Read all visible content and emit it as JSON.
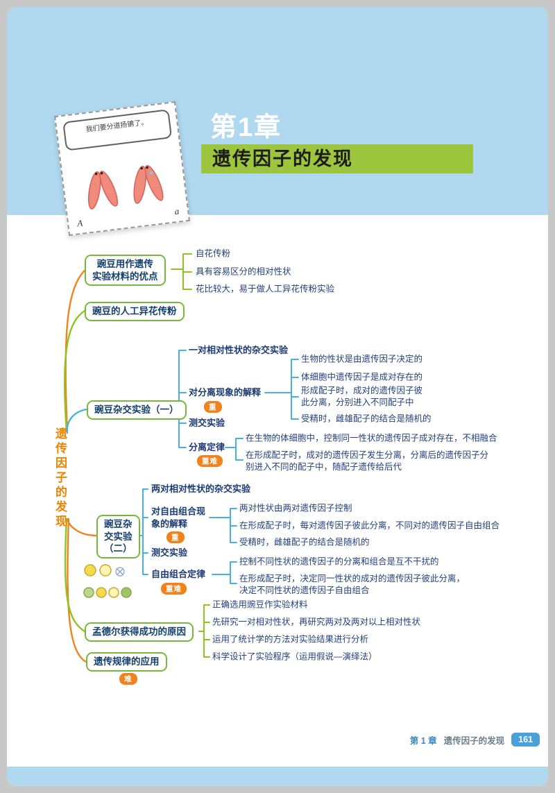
{
  "header": {
    "chapter_kicker": "第1章",
    "chapter_title": "遗传因子的发现",
    "illustration": {
      "bubble_text": "我们要分道扬镳了。",
      "label_left": "A",
      "label_right": "a"
    }
  },
  "footer": {
    "chapter": "第 1 章",
    "book_title": "遗传因子的发现",
    "page_number": "161"
  },
  "colors": {
    "banner_blue": "#b0d9f0",
    "title_green": "#9dc53e",
    "accent_orange": "#f0831e",
    "line_green": "#8fc31f",
    "line_blue": "#45b0e5",
    "node_border_green": "#76b93a",
    "text_navy": "#23417e",
    "root_orange": "#f08300"
  },
  "mindmap": {
    "root": "遗传因子的发现",
    "branches": [
      {
        "label": "豌豆用作遗传\n实验材料的优点",
        "leaves": [
          "自花传粉",
          "具有容易区分的相对性状",
          "花比较大，易于做人工异花传粉实验"
        ]
      },
      {
        "label": "豌豆的人工异花传粉"
      },
      {
        "label": "豌豆杂交实验（一）",
        "children": [
          {
            "label": "一对相对性状的杂交实验"
          },
          {
            "label": "对分离现象的解释",
            "badge": "重",
            "leaves": [
              "生物的性状是由遗传因子决定的",
              "体细胞中遗传因子是成对存在的",
              "形成配子时，成对的遗传因子彼\n此分离，分别进入不同配子中",
              "受精时，雌雄配子的结合是随机的"
            ]
          },
          {
            "label": "测交实验"
          },
          {
            "label": "分离定律",
            "badge": "重难",
            "leaves": [
              "在生物的体细胞中，控制同一性状的遗传因子成对存在，不相融合",
              "在形成配子时，成对的遗传因子发生分离，分离后的遗传因子分\n别进入不同的配子中，随配子遗传给后代"
            ]
          }
        ]
      },
      {
        "label": "豌豆杂\n交实验\n（二）",
        "children": [
          {
            "label": "两对相对性状的杂交实验"
          },
          {
            "label": "对自由组合现\n象的解释",
            "badge": "重",
            "leaves": [
              "两对性状由两对遗传因子控制",
              "在形成配子时，每对遗传因子彼此分离，不同对的遗传因子自由组合",
              "受精时，雌雄配子的结合是随机的"
            ]
          },
          {
            "label": "测交实验"
          },
          {
            "label": "自由组合定律",
            "badge": "重难",
            "leaves": [
              "控制不同性状的遗传因子的分离和组合是互不干扰的",
              "在形成配子时，决定同一性状的成对的遗传因子彼此分离，\n决定不同性状的遗传因子自由组合"
            ]
          }
        ]
      },
      {
        "label": "孟德尔获得成功的原因",
        "leaves": [
          "正确选用豌豆作实验材料",
          "先研究一对相对性状，再研究两对及两对以上相对性状",
          "运用了统计学的方法对实验结果进行分析",
          "科学设计了实验程序（运用假说—演绎法）"
        ]
      },
      {
        "label": "遗传规律的应用",
        "badge": "难"
      }
    ]
  }
}
